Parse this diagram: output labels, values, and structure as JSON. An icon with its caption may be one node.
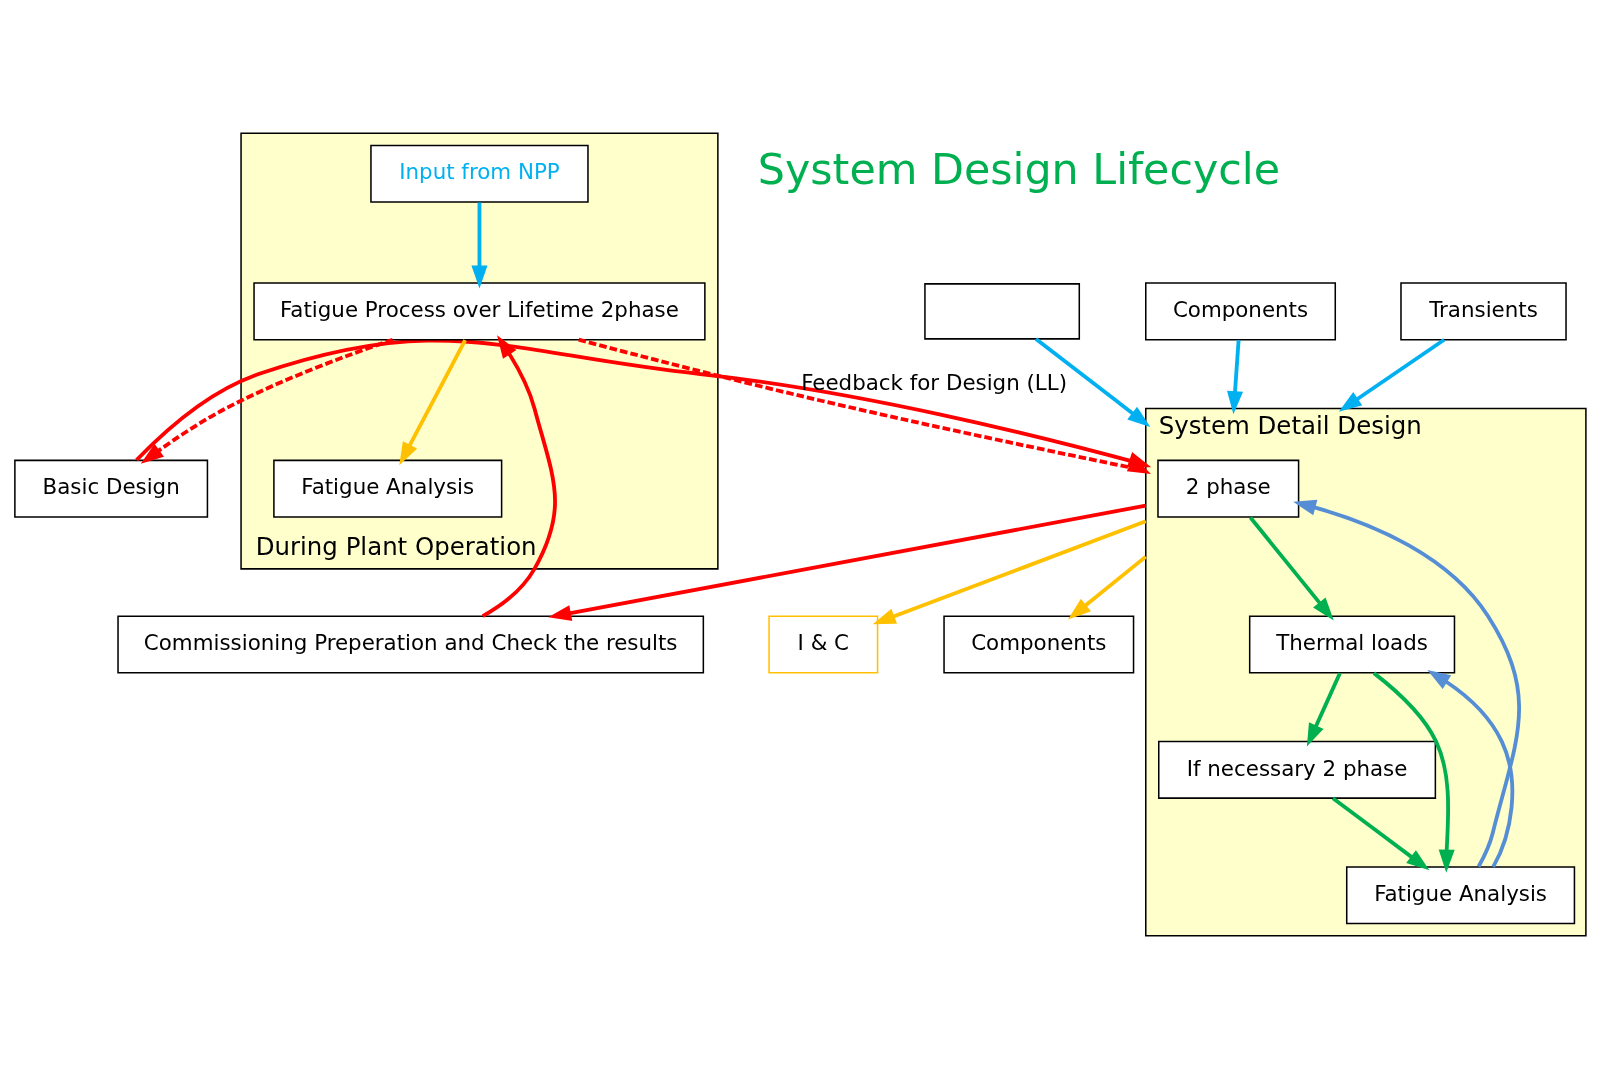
{
  "diagram": {
    "nodes": [
      {
        "text": [
          "Basic Design"
        ]
      },
      {
        "text": [],
        "shape": "box"
      },
      {
        "text": [
          "Components"
        ]
      },
      {
        "text": [
          "Transients"
        ]
      },
      {
        "text": [
          "During Plant Operation"
        ]
      },
      {
        "text": [
          "Fatigue Analysis"
        ],
        "in": 4
      },
      {
        "text": [
          "Fatigue Process over Lifetime 2phase"
        ],
        "in": 4
      },
      {
        "text": [
          "Input from NPP"
        ],
        "in": 4
      },
      {
        "text": [
          "System Detail Design"
        ]
      },
      {
        "text": [
          "2 phase"
        ],
        "in": 8
      },
      {
        "text": [
          "Thermal loads"
        ],
        "in": 8
      },
      {
        "text": [
          "If necessary 2 phase"
        ],
        "in": 8
      },
      {
        "text": [
          "Fatigue Analysis"
        ],
        "in": 8
      },
      {
        "text": [
          "Commissioning Preperation and Check the results"
        ]
      },
      {
        "text": [
          "I & C"
        ]
      },
      {
        "text": [
          "Components"
        ]
      }
    ],
    "edges": [
      {
        "from": 6,
        "to": 0,
        "arrow": "to",
        "style": "dashed",
        "color": "#ff0000"
      },
      {
        "from": 6,
        "to": 8,
        "arrow": "to",
        "style": "dashed",
        "color": "#ff0000",
        "label": "Feedback for Design (LL)"
      },
      {
        "from": 0,
        "to": 8,
        "arrow": "to",
        "color": "#ff0000"
      },
      {
        "from": 1,
        "to": 8,
        "arrow": "to",
        "color": "#00b0f0"
      },
      {
        "from": 2,
        "to": 8,
        "arrow": "to",
        "color": "#00b0f0"
      },
      {
        "from": 3,
        "to": 8,
        "arrow": "to",
        "color": "#00b0f0"
      },
      {
        "from": 7,
        "to": 6,
        "arrow": "to",
        "color": "#00b0f0"
      },
      {
        "from": 6,
        "to": 5,
        "arrow": "to",
        "color": "#ffc000"
      },
      {
        "from": 13,
        "to": 6,
        "arrow": "to",
        "color": "#ff0000"
      },
      {
        "from": 8,
        "to": 13,
        "arrow": "to",
        "color": "#ff0000"
      },
      {
        "from": 8,
        "to": 14,
        "arrow": "to",
        "color": "#ffc000"
      },
      {
        "from": 8,
        "to": 15,
        "arrow": "to",
        "color": "#ffc000"
      },
      {
        "from": 9,
        "to": 10,
        "arrow": "to",
        "color": "#00b050"
      },
      {
        "from": 10,
        "to": 11,
        "arrow": "to",
        "color": "#00b050"
      },
      {
        "from": 11,
        "to": 12,
        "arrow": "to",
        "color": "#00b050"
      },
      {
        "from": 10,
        "to": 12,
        "arrow": "to",
        "color": "#00b050"
      },
      {
        "from": 12,
        "to": 10,
        "arrow": "to",
        "color": "#558ed5"
      },
      {
        "from": 12,
        "to": 9,
        "arrow": "to",
        "color": "#558ed5"
      }
    ],
    "labels": [
      "System Design Lifecycle"
    ]
  }
}
